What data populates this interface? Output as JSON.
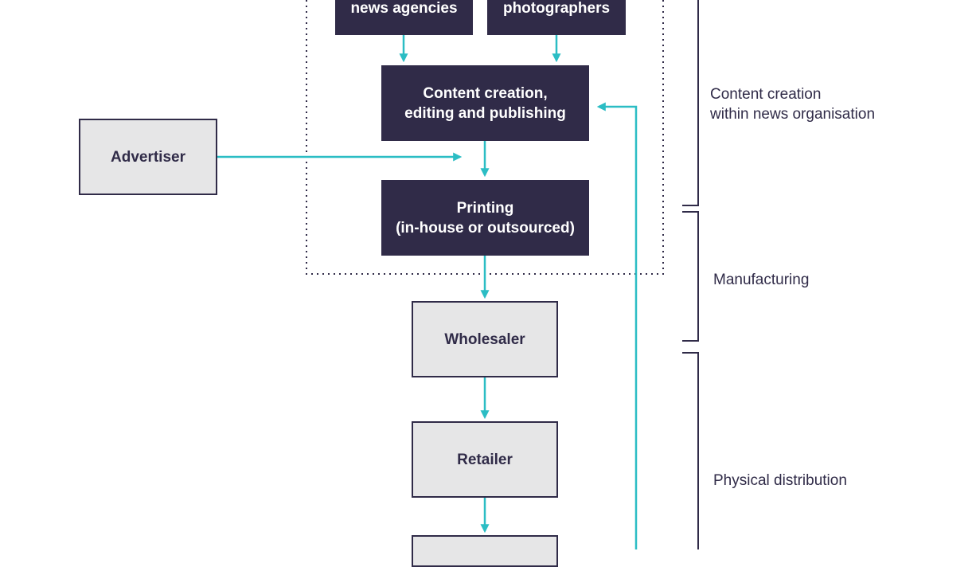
{
  "colors": {
    "dark_box": "#302b48",
    "light_box": "#e6e6e7",
    "arrow": "#2bbdc4",
    "text": "#302b48"
  },
  "nodes": {
    "news_agencies": "news agencies",
    "photographers": "photographers",
    "content_creation": "Content creation,\nediting and publishing",
    "printing": "Printing\n(in-house or outsourced)",
    "advertiser": "Advertiser",
    "wholesaler": "Wholesaler",
    "retailer": "Retailer"
  },
  "stage_labels": {
    "content": "Content creation\nwithin news organisation",
    "manufacturing": "Manufacturing",
    "distribution": "Physical distribution"
  }
}
